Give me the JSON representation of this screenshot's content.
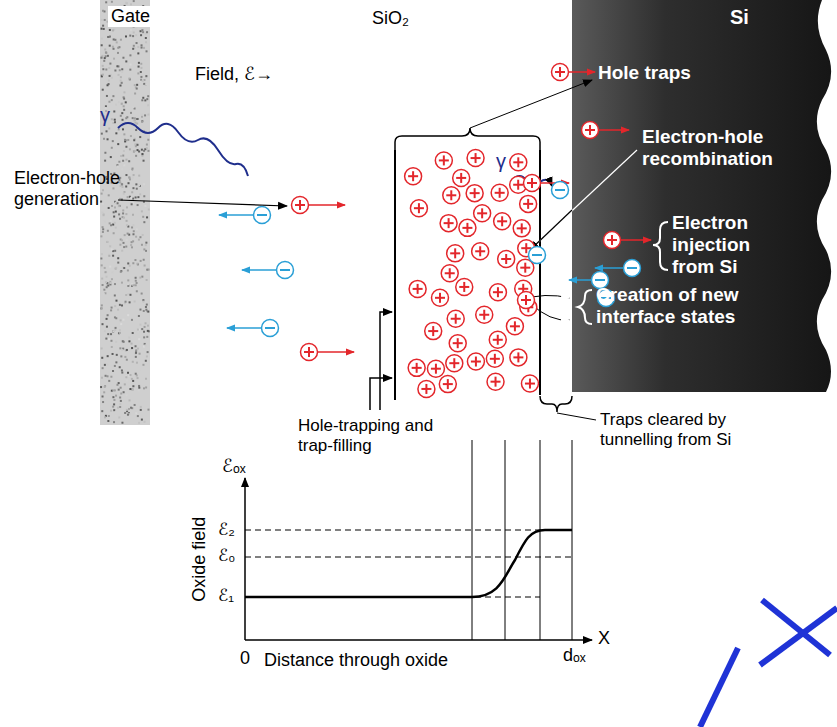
{
  "diagram": {
    "labels": [
      "Gate",
      "SiO₂",
      "Si",
      "Field, ℰ→",
      "γ",
      "Electron-hole generation",
      "Hole traps",
      "γ",
      "Electron-hole recombination",
      "Electron injection from Si",
      "Creation of new interface states",
      "Hole-trapping and trap-filling",
      "Traps cleared by tunnelling from Si",
      "ℰₒₓ",
      "ℰ₂",
      "ℰ₀",
      "ℰ₁",
      "Oxide field",
      "0",
      "Distance through oxide",
      "dₒₓ",
      "X"
    ]
  }
}
